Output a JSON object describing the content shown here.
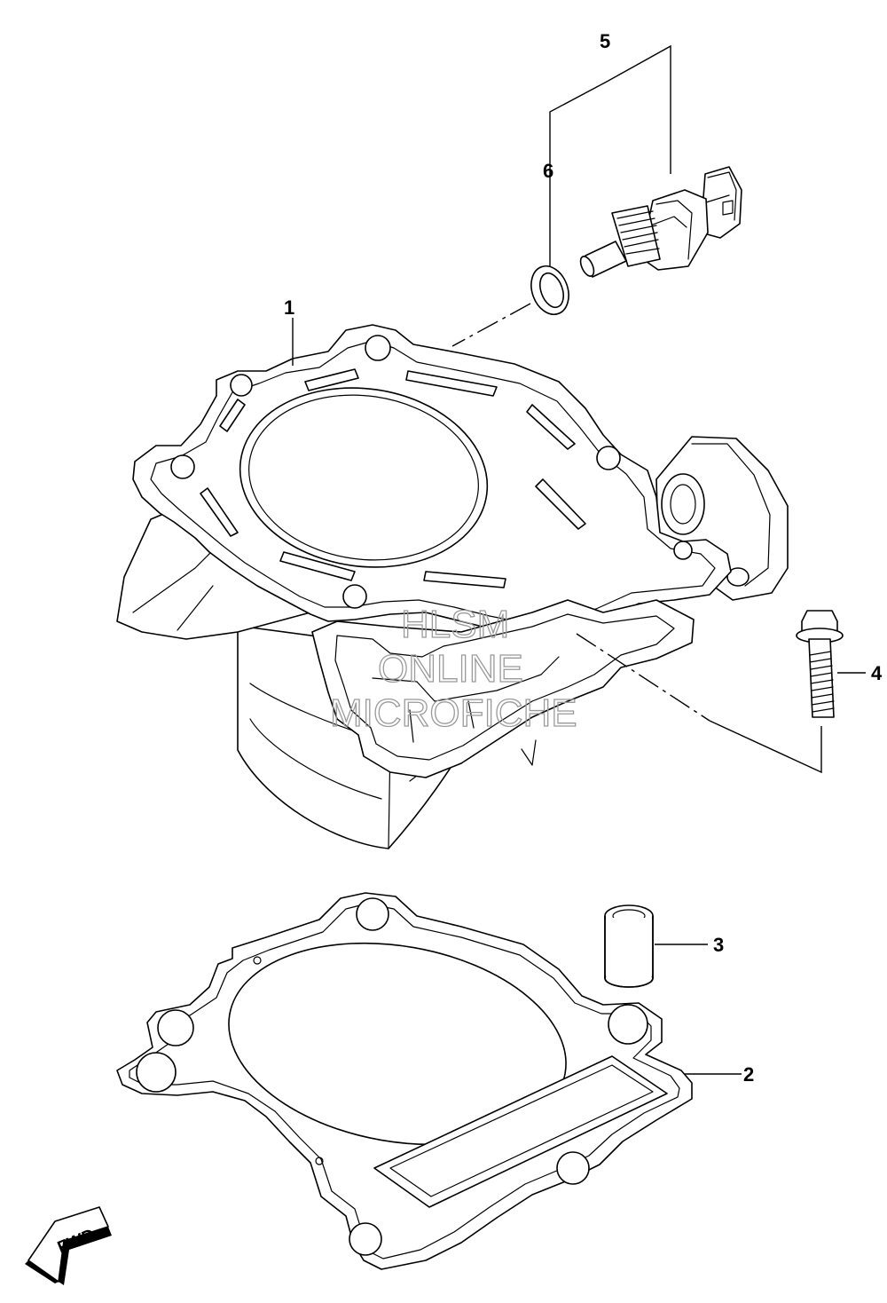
{
  "diagram": {
    "callouts": [
      {
        "id": "1",
        "label": "1"
      },
      {
        "id": "2",
        "label": "2"
      },
      {
        "id": "3",
        "label": "3"
      },
      {
        "id": "4",
        "label": "4"
      },
      {
        "id": "5",
        "label": "5"
      },
      {
        "id": "6",
        "label": "6"
      }
    ],
    "watermark": [
      "HLSM",
      "ONLINE",
      "MICROFICHE"
    ],
    "direction_badge": "FWD"
  }
}
